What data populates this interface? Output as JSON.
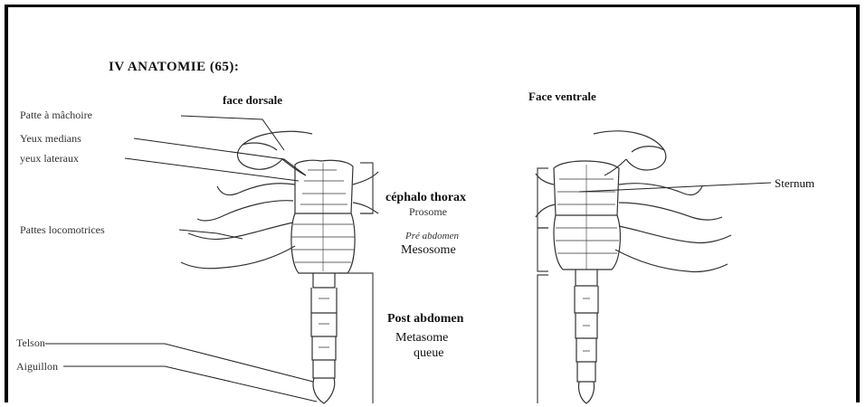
{
  "title": "IV ANATOMIE (65):",
  "views": {
    "dorsal": "face dorsale",
    "ventral": "Face ventrale"
  },
  "labels": {
    "patte_machoire": "Patte à mâchoire",
    "yeux_medians": "Yeux medians",
    "yeux_lateraux": "yeux lateraux",
    "pattes_locomotrices": "Pattes locomotrices",
    "telson": "Telson",
    "aiguillon": "Aiguillon",
    "cephalothorax": "céphalo thorax",
    "prosome": "Prosome",
    "preabdomen": "Pré abdomen",
    "mesosome": "Mesosome",
    "post_abdomen": "Post abdomen",
    "metasome": "Metasome",
    "queue": "queue",
    "sternum": "Sternum"
  }
}
